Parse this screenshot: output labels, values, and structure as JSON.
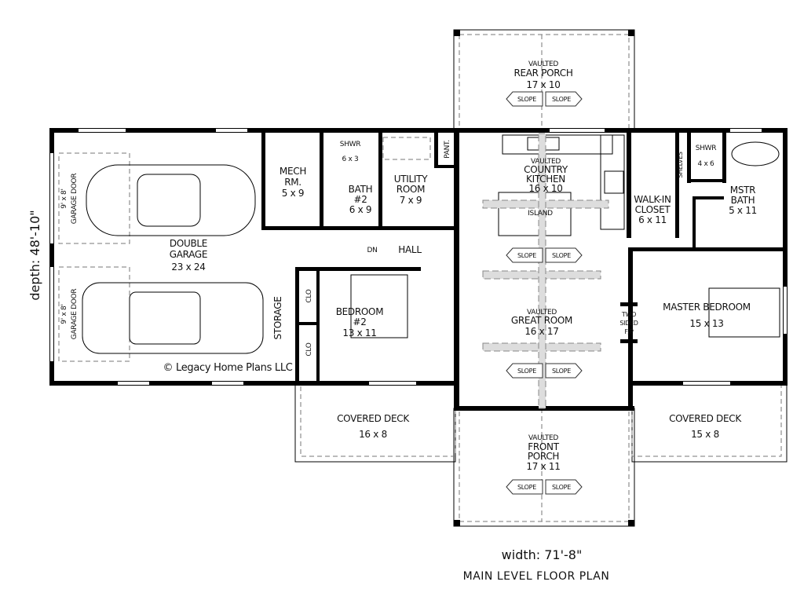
{
  "rooms": {
    "rear_porch": {
      "line1": "VAULTED",
      "line2": "REAR PORCH",
      "size": "17 x 10"
    },
    "kitchen": {
      "line1": "VAULTED",
      "line2": "COUNTRY",
      "line3": "KITCHEN",
      "size": "16 x 10",
      "island": "ISLAND"
    },
    "pantry": "PANT.",
    "mech": {
      "line1": "MECH",
      "line2": "RM.",
      "size": "5 x 9"
    },
    "shower2": {
      "name": "SHWR",
      "size": "6 x 3"
    },
    "bath2": {
      "line1": "BATH",
      "line2": "#2",
      "size": "6 x 9"
    },
    "utility": {
      "line1": "UTILITY",
      "line2": "ROOM",
      "size": "7 x 9"
    },
    "hall": "HALL",
    "stairs": "DN",
    "garage": {
      "line1": "DOUBLE",
      "line2": "GARAGE",
      "size": "23 x 24"
    },
    "garage_door_top": {
      "size": "9' x 8'",
      "name": "GARAGE DOOR"
    },
    "garage_door_bottom": {
      "size": "9' x 8'",
      "name": "GARAGE DOOR"
    },
    "storage": "STORAGE",
    "closet": "CLO",
    "bedroom2": {
      "line1": "BEDROOM",
      "line2": "#2",
      "size": "13 x 11"
    },
    "great_room": {
      "line1": "VAULTED",
      "line2": "GREAT ROOM",
      "size": "16 x 17"
    },
    "fireplace": {
      "line1": "TWO",
      "line2": "SIDED",
      "line3": "F/P"
    },
    "walk_in": {
      "line1": "WALK-IN",
      "line2": "CLOSET",
      "size": "6 x 11"
    },
    "shelves": "SHELVES",
    "master_shower": {
      "name": "SHWR",
      "size": "4 x 6"
    },
    "master_bath": {
      "line1": "MSTR",
      "line2": "BATH",
      "size": "5 x 11"
    },
    "master_bedroom": {
      "name": "MASTER BEDROOM",
      "size": "15 x 13"
    },
    "deck_left": {
      "name": "COVERED DECK",
      "size": "16 x 8"
    },
    "deck_right": {
      "name": "COVERED DECK",
      "size": "15 x 8"
    },
    "front_porch": {
      "line1": "VAULTED",
      "line2": "FRONT",
      "line3": "PORCH",
      "size": "17 x 11"
    }
  },
  "slope_label": "SLOPE",
  "copyright": "© Legacy Home Plans LLC",
  "depth": "depth: 48'-10\"",
  "width": "width: 71'-8\"",
  "title": "MAIN LEVEL FLOOR PLAN"
}
